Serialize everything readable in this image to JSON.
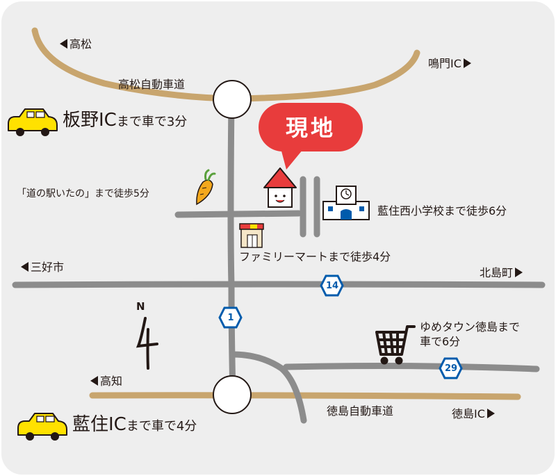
{
  "labels": {
    "takamatsu": "高松",
    "naruto_ic": "鳴門IC",
    "takamatsu_expressway": "高松自動車道",
    "itano_ic": "板野IC",
    "itano_ic_time": "まで車で3分",
    "genchi": "現地",
    "michi_no_eki": "「道の駅いたの」まで徒歩5分",
    "aizumi_nishi_school": "藍住西小学校まで徒歩6分",
    "familymart": "ファミリーマートまで徒歩4分",
    "miyoshi": "三好市",
    "kitajima": "北島町",
    "youme_line1": "ゆめタウン徳島まで",
    "youme_line2": "車で6分",
    "kochi": "高知",
    "tokushima_expressway": "徳島自動車道",
    "tokushima_ic": "徳島IC",
    "aizumi_ic": "藍住IC",
    "aizumi_ic_time": "まで車で4分",
    "north": "N"
  },
  "routes": {
    "r1": "1",
    "r14": "14",
    "r29": "29"
  },
  "colors": {
    "road_gray": "#8c8c8c",
    "expressway_tan": "#c8a56e",
    "marker_red": "#e83c3c",
    "car_yellow": "#ffe100",
    "route_blue": "#005bac",
    "background": "#eeeeee"
  },
  "icons": [
    "car-icon",
    "carrot-icon",
    "house-icon",
    "school-icon",
    "convenience-store-icon",
    "shopping-cart-icon",
    "north-arrow-icon"
  ]
}
